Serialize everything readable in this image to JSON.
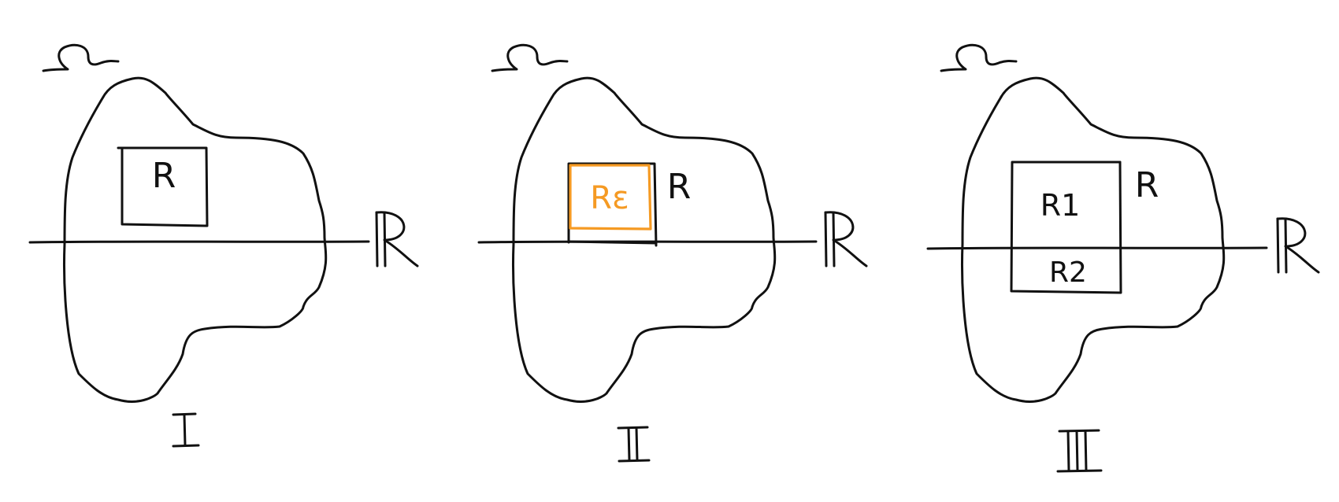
{
  "panels": [
    {
      "domain_label": "Ω",
      "line_label": "ℝ",
      "rects": [
        {
          "label": "R"
        }
      ],
      "numeral": "I"
    },
    {
      "domain_label": "Ω",
      "line_label": "ℝ",
      "rects": [
        {
          "label": "R"
        },
        {
          "label": "Rε"
        }
      ],
      "numeral": "II"
    },
    {
      "domain_label": "Ω",
      "line_label": "ℝ",
      "rects": [
        {
          "label": "R"
        },
        {
          "label": "R1"
        },
        {
          "label": "R2"
        }
      ],
      "numeral": "III"
    }
  ],
  "colors": {
    "ink": "#111111",
    "highlight": "#f59a23"
  }
}
